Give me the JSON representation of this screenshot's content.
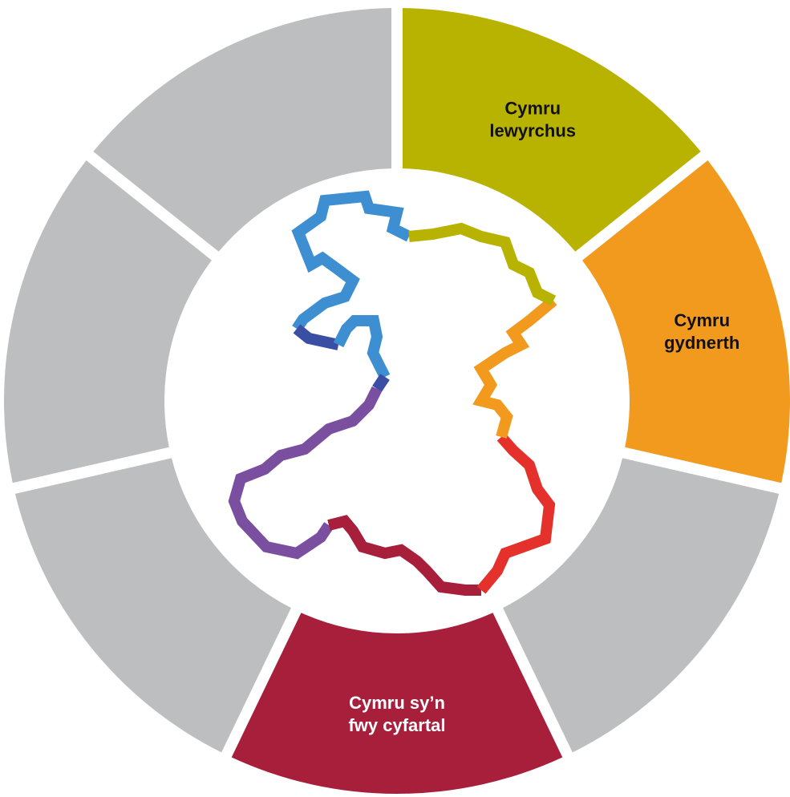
{
  "segments": [
    {
      "id": "prosperous",
      "lines": [
        "Cymru",
        "lewyrchus"
      ],
      "color": "#b8b200",
      "text_color": "#111111"
    },
    {
      "id": "resilient",
      "lines": [
        "Cymru",
        "gydnerth"
      ],
      "color": "#f29a1e",
      "text_color": "#111111"
    },
    {
      "id": "blank-3",
      "lines": [],
      "color": "#bcbec0",
      "text_color": "#111111"
    },
    {
      "id": "more-equal",
      "lines": [
        "Cymru sy’n",
        "fwy cyfartal"
      ],
      "color": "#a81f3c",
      "text_color": "#ffffff"
    },
    {
      "id": "blank-5",
      "lines": [],
      "color": "#bcbec0",
      "text_color": "#111111"
    },
    {
      "id": "blank-6",
      "lines": [],
      "color": "#bcbec0",
      "text_color": "#111111"
    },
    {
      "id": "blank-7",
      "lines": [],
      "color": "#bcbec0",
      "text_color": "#111111"
    }
  ],
  "outline_colors": {
    "blue": "#3d8fd1",
    "dark_blue": "#3a4fa3",
    "purple": "#7b4fa0",
    "crimson": "#a81f3c",
    "red": "#e4312b",
    "orange": "#f29a1e",
    "olive": "#b8b200"
  }
}
